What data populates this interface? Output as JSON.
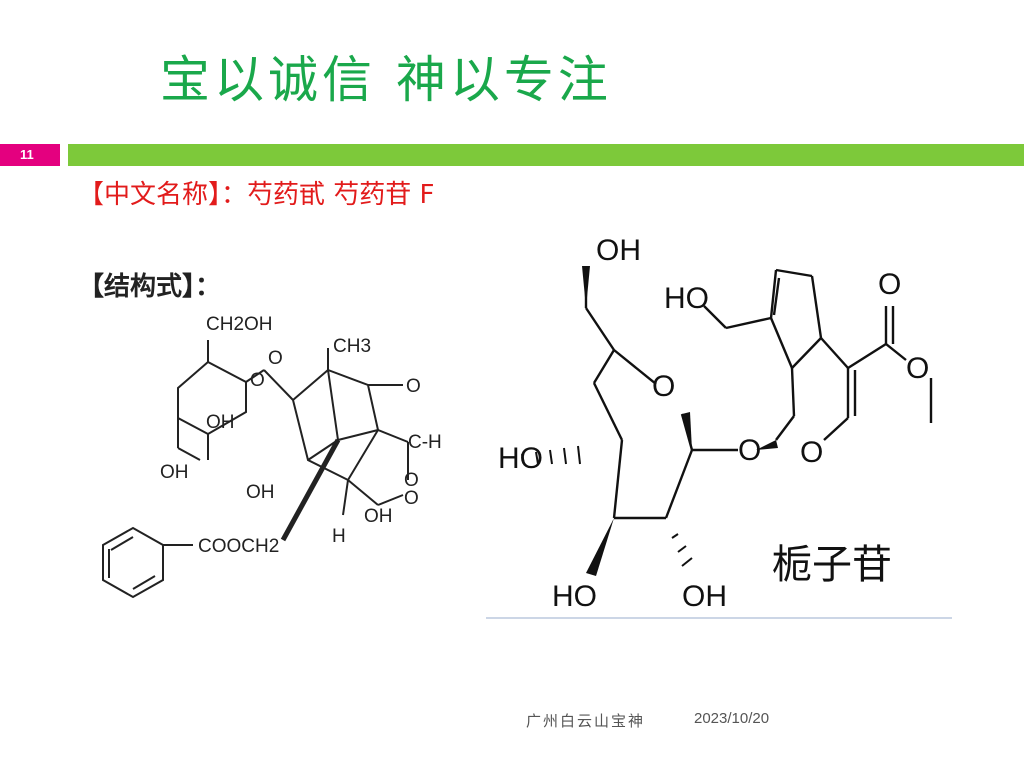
{
  "slide": {
    "title": "宝以诚信  神以专注",
    "number": "11",
    "footer_org": "广州白云山宝神",
    "footer_date": "2023/10/20"
  },
  "left_panel": {
    "chinese_name_line": "【中文名称】：芍药甙  芍药苷  F",
    "structure_label": "【结构式】：",
    "atoms": {
      "ch2oh": "CH2OH",
      "o1": "O",
      "o2": "O",
      "oh1": "OH",
      "oh2": "OH",
      "oh3": "OH",
      "ch3": "CH3",
      "o3": "O",
      "c_h": "C-H",
      "o4": "O",
      "o5": "O",
      "h": "H",
      "oh4": "OH",
      "cooch2": "COOCH2"
    }
  },
  "right_panel": {
    "compound_name": "栀子苷",
    "atoms": {
      "oh_top": "OH",
      "ho_top": "HO",
      "o_ring": "O",
      "o_link": "O",
      "o_pyran": "O",
      "o_carbonyl": "O",
      "o_ester": "O",
      "ho_left": "HO",
      "ho_bottom": "HO",
      "oh_bottom": "OH"
    }
  }
}
